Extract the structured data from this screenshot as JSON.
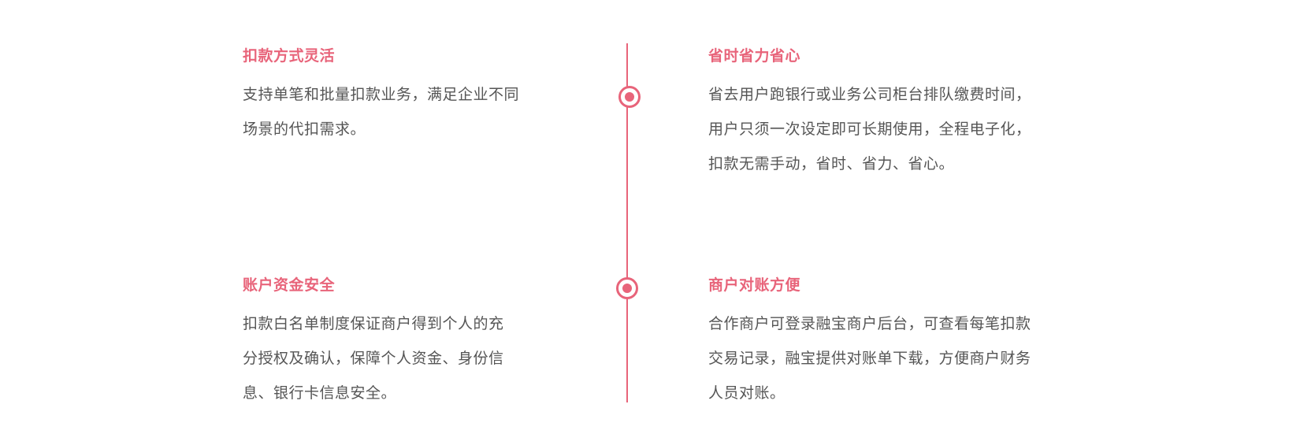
{
  "features": [
    {
      "title": "扣款方式灵活",
      "desc": [
        "支持单笔和批量扣款业务，满足企业不同",
        "场景的代扣需求。"
      ]
    },
    {
      "title": "省时省力省心",
      "desc": [
        "省去用户跑银行或业务公司柜台排队缴费时间，",
        "用户只须一次设定即可长期使用，全程电子化，",
        "扣款无需手动，省时、省力、省心。"
      ]
    },
    {
      "title": "账户资金安全",
      "desc": [
        "扣款白名单制度保证商户得到个人的充",
        "分授权及确认，保障个人资金、身份信",
        "息、银行卡信息安全。"
      ]
    },
    {
      "title": "商户对账方便",
      "desc": [
        "合作商户可登录融宝商户后台，可查看每笔扣款",
        "交易记录，融宝提供对账单下载，方便商户财务",
        "人员对账。"
      ]
    }
  ],
  "colors": {
    "accent": "#e8647a",
    "text": "#555555"
  }
}
